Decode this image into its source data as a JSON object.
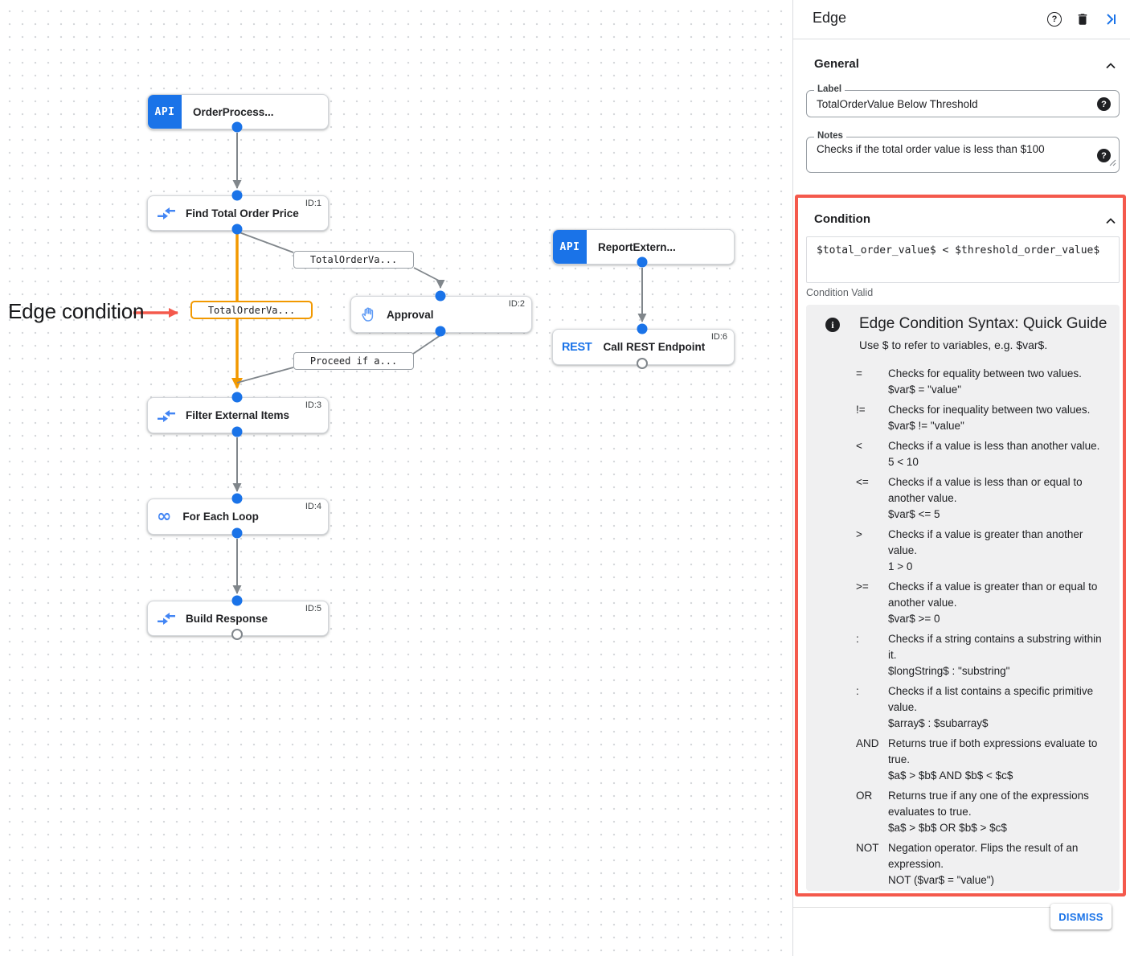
{
  "canvas": {
    "annotation": "Edge condition",
    "api_badge": "API",
    "rest_badge": "REST",
    "infinity_glyph": "∞",
    "nodes": [
      {
        "label": "OrderProcess...",
        "type": "api-trigger"
      },
      {
        "label": "Find Total Order Price",
        "id": "ID:1",
        "type": "data-mapping"
      },
      {
        "label": "Approval",
        "id": "ID:2",
        "type": "approval"
      },
      {
        "label": "ReportExtern...",
        "type": "api-trigger"
      },
      {
        "label": "Call REST Endpoint",
        "id": "ID:6",
        "type": "rest"
      },
      {
        "label": "Filter External Items",
        "id": "ID:3",
        "type": "data-mapping"
      },
      {
        "label": "For Each Loop",
        "id": "ID:4",
        "type": "loop"
      },
      {
        "label": "Build Response",
        "id": "ID:5",
        "type": "data-mapping"
      }
    ],
    "edge_labels": {
      "to_approval": "TotalOrderVa...",
      "selected": "TotalOrderVa...",
      "from_approval": "Proceed if a..."
    }
  },
  "panel": {
    "title": "Edge",
    "general": {
      "heading": "General",
      "label_field": {
        "label": "Label",
        "value": "TotalOrderValue Below Threshold"
      },
      "notes_field": {
        "label": "Notes",
        "value": "Checks if the total order value is less than $100"
      }
    },
    "condition": {
      "heading": "Condition",
      "expression": "$total_order_value$ < $threshold_order_value$",
      "status": "Condition Valid",
      "guide": {
        "title": "Edge Condition Syntax: Quick Guide",
        "intro": "Use $ to refer to variables, e.g. $var$.",
        "items": [
          {
            "op": "=",
            "desc": "Checks for equality between two values.",
            "example": "$var$ = \"value\""
          },
          {
            "op": "!=",
            "desc": "Checks for inequality between two values.",
            "example": "$var$ != \"value\""
          },
          {
            "op": "<",
            "desc": "Checks if a value is less than another value.",
            "example": "5 < 10"
          },
          {
            "op": "<=",
            "desc": "Checks if a value is less than or equal to another value.",
            "example": "$var$ <= 5"
          },
          {
            "op": ">",
            "desc": "Checks if a value is greater than another value.",
            "example": "1 > 0"
          },
          {
            "op": ">=",
            "desc": "Checks if a value is greater than or equal to another value.",
            "example": "$var$ >= 0"
          },
          {
            "op": ":",
            "desc": "Checks if a string contains a substring within it.",
            "example": "$longString$ : \"substring\""
          },
          {
            "op": ":",
            "desc": "Checks if a list contains a specific primitive value.",
            "example": "$array$ : $subarray$"
          },
          {
            "op": "AND",
            "desc": "Returns true if both expressions evaluate to true.",
            "example": "$a$ > $b$ AND $b$ < $c$"
          },
          {
            "op": "OR",
            "desc": "Returns true if any one of the expressions evaluates to true.",
            "example": "$a$ > $b$ OR $b$ > $c$"
          },
          {
            "op": "NOT",
            "desc": "Negation operator. Flips the result of an expression.",
            "example": "NOT ($var$ = \"value\")"
          }
        ]
      }
    },
    "dismiss_label": "DISMISS"
  },
  "colors": {
    "accent_blue": "#1a73e8",
    "selected_edge_orange": "#f29900",
    "highlight_red": "#f4594c",
    "edge_gray": "#80868b",
    "guide_background": "#f0f0f1"
  }
}
